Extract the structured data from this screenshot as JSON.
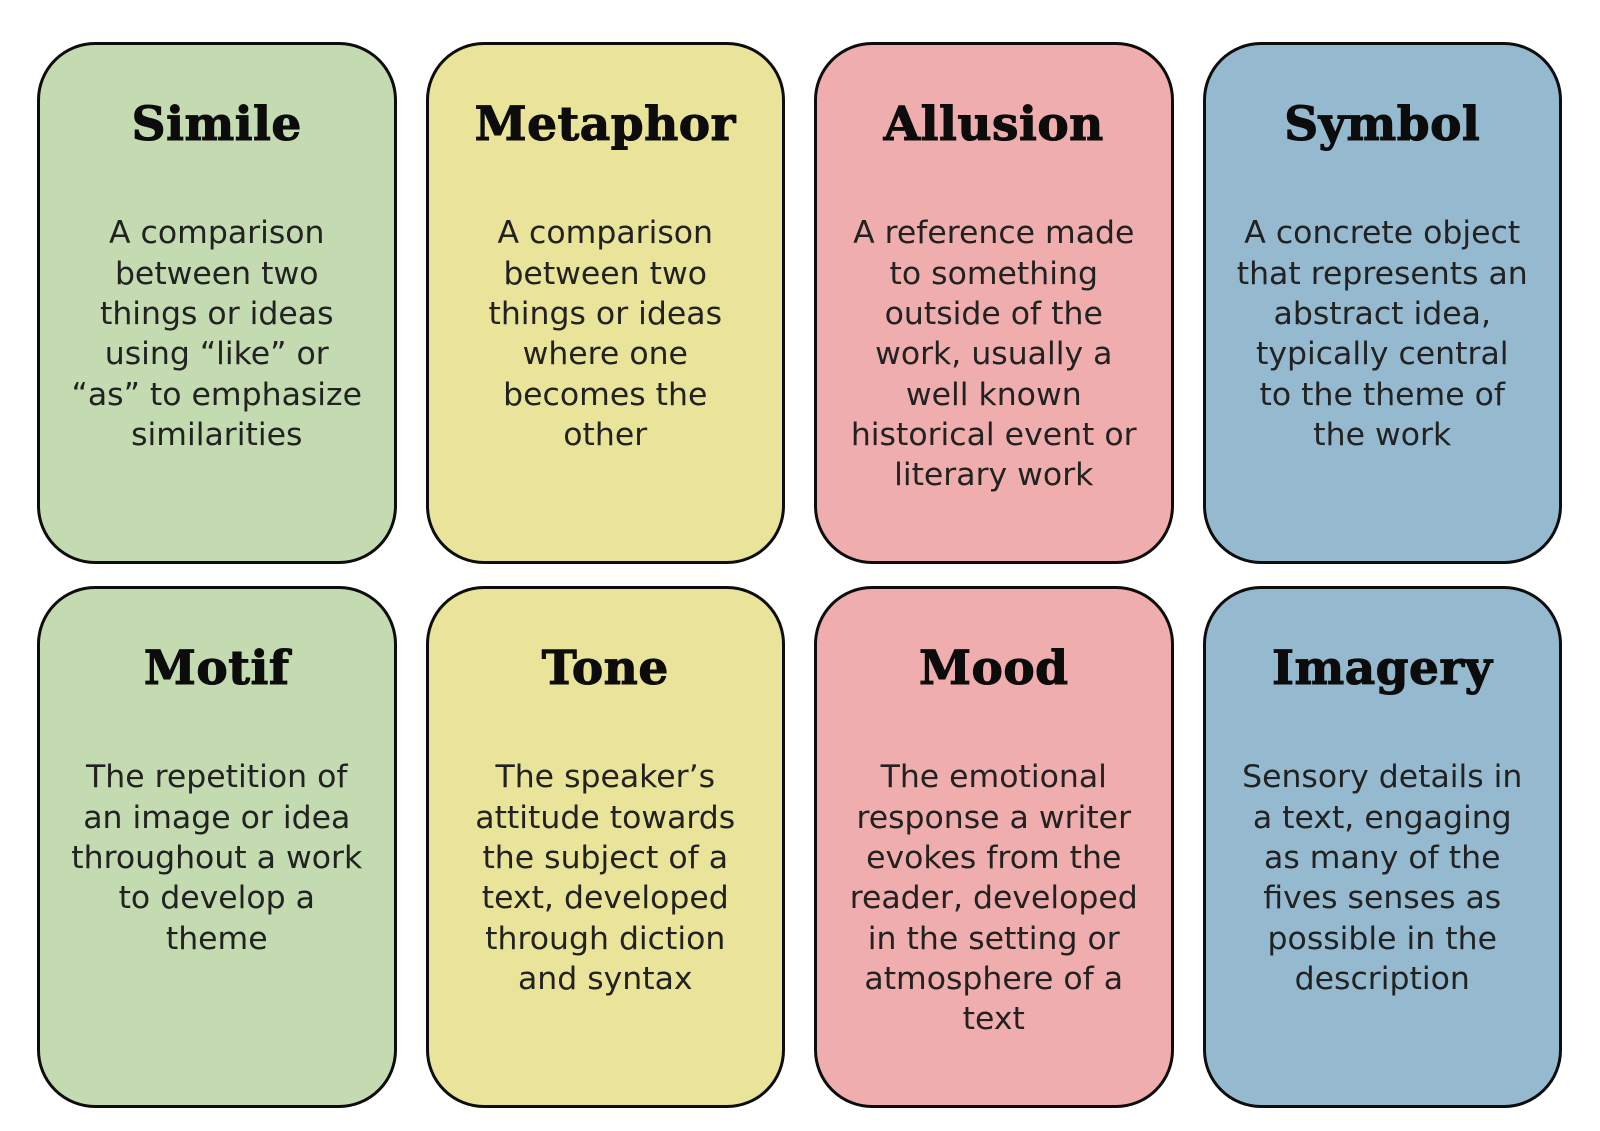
{
  "page": {
    "background": "#ffffff",
    "card_border_color": "#0d0d0d",
    "title_color": "#0c0c0c",
    "body_color": "#222222"
  },
  "cards": [
    {
      "title": "Simile",
      "color": "#c4dab0",
      "definition": "A comparison\nbetween two\nthings or ideas\nusing “like” or\n“as” to emphasize\nsimilarities"
    },
    {
      "title": "Metaphor",
      "color": "#e9e499",
      "definition": "A comparison\nbetween two\nthings or ideas\nwhere one\nbecomes the\nother"
    },
    {
      "title": "Allusion",
      "color": "#f0adad",
      "definition": "A reference made\nto something\noutside of the\nwork, usually a\nwell known\nhistorical event or\nliterary work"
    },
    {
      "title": "Symbol",
      "color": "#95bacf",
      "definition": "A concrete object\nthat represents an\nabstract idea,\ntypically central\nto the theme of\nthe work"
    },
    {
      "title": "Motif",
      "color": "#c4dab0",
      "definition": "The repetition of\nan image or idea\nthroughout a work\nto develop a\ntheme"
    },
    {
      "title": "Tone",
      "color": "#e9e499",
      "definition": "The speaker’s\nattitude towards\nthe subject of a\ntext, developed\nthrough diction\nand syntax"
    },
    {
      "title": "Mood",
      "color": "#f0adad",
      "definition": "The emotional\nresponse a writer\nevokes from the\nreader, developed\nin the setting or\natmosphere of a\ntext"
    },
    {
      "title": "Imagery",
      "color": "#95bacf",
      "definition": "Sensory details in\na text, engaging\nas many of the\nfives senses as\npossible in the\ndescription"
    }
  ]
}
